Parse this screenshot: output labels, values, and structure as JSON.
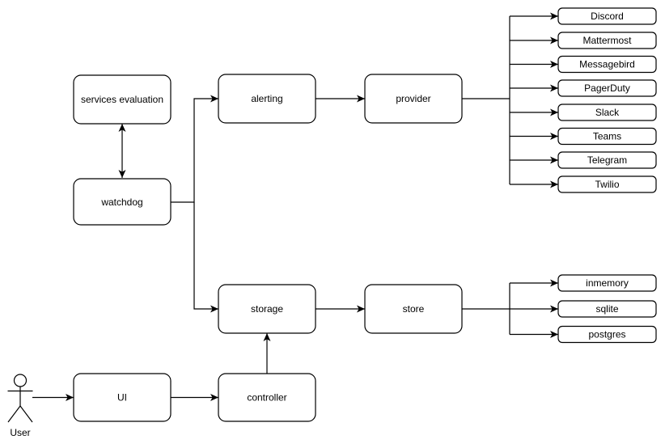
{
  "diagram": {
    "colors": {
      "background": "#ffffff",
      "node_fill": "#ffffff",
      "stroke": "#000000",
      "text": "#000000"
    },
    "nodes": {
      "services_evaluation": {
        "label": "services evaluation"
      },
      "watchdog": {
        "label": "watchdog"
      },
      "alerting": {
        "label": "alerting"
      },
      "provider": {
        "label": "provider"
      },
      "storage": {
        "label": "storage"
      },
      "store": {
        "label": "store"
      },
      "ui": {
        "label": "UI"
      },
      "controller": {
        "label": "controller"
      }
    },
    "actor": {
      "label": "User"
    },
    "providers": [
      "Discord",
      "Mattermost",
      "Messagebird",
      "PagerDuty",
      "Slack",
      "Teams",
      "Telegram",
      "Twilio"
    ],
    "stores": [
      "inmemory",
      "sqlite",
      "postgres"
    ],
    "edges": [
      {
        "from": "watchdog",
        "to": "services evaluation",
        "direction": "bidirectional"
      },
      {
        "from": "watchdog",
        "to": "alerting",
        "direction": "forward"
      },
      {
        "from": "watchdog",
        "to": "storage",
        "direction": "forward"
      },
      {
        "from": "alerting",
        "to": "provider",
        "direction": "forward"
      },
      {
        "from": "provider",
        "to": "Discord",
        "direction": "forward"
      },
      {
        "from": "provider",
        "to": "Mattermost",
        "direction": "forward"
      },
      {
        "from": "provider",
        "to": "Messagebird",
        "direction": "forward"
      },
      {
        "from": "provider",
        "to": "PagerDuty",
        "direction": "forward"
      },
      {
        "from": "provider",
        "to": "Slack",
        "direction": "forward"
      },
      {
        "from": "provider",
        "to": "Teams",
        "direction": "forward"
      },
      {
        "from": "provider",
        "to": "Telegram",
        "direction": "forward"
      },
      {
        "from": "provider",
        "to": "Twilio",
        "direction": "forward"
      },
      {
        "from": "storage",
        "to": "store",
        "direction": "forward"
      },
      {
        "from": "store",
        "to": "inmemory",
        "direction": "forward"
      },
      {
        "from": "store",
        "to": "sqlite",
        "direction": "forward"
      },
      {
        "from": "store",
        "to": "postgres",
        "direction": "forward"
      },
      {
        "from": "UI",
        "to": "controller",
        "direction": "forward"
      },
      {
        "from": "controller",
        "to": "storage",
        "direction": "forward"
      },
      {
        "from": "User",
        "to": "UI",
        "direction": "forward"
      }
    ]
  }
}
